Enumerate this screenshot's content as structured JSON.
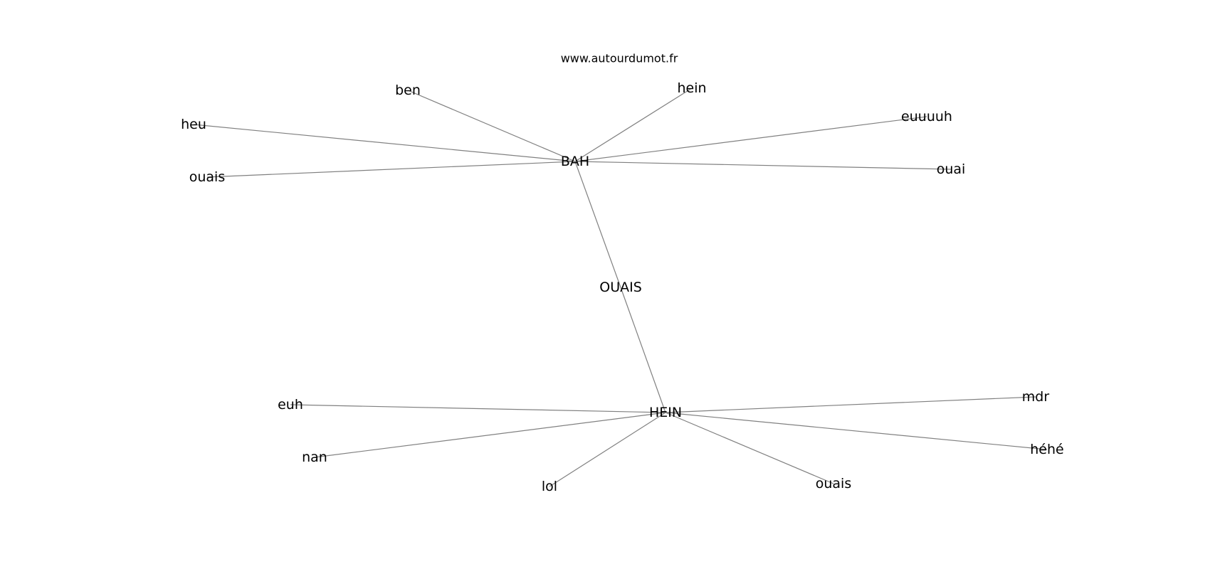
{
  "site": "www.autourdumot.fr",
  "colors": {
    "edge": "#808080",
    "text": "#000000",
    "background": "#ffffff"
  },
  "nodes": [
    {
      "id": "bah",
      "label": "BAH"
    },
    {
      "id": "ouais_center",
      "label": "OUAIS"
    },
    {
      "id": "hein_hub",
      "label": "HEIN"
    },
    {
      "id": "ben",
      "label": "ben"
    },
    {
      "id": "hein_leaf",
      "label": "hein"
    },
    {
      "id": "heu",
      "label": "heu"
    },
    {
      "id": "euuuuh",
      "label": "euuuuh"
    },
    {
      "id": "ouais_top",
      "label": "ouais"
    },
    {
      "id": "ouai",
      "label": "ouai"
    },
    {
      "id": "euh",
      "label": "euh"
    },
    {
      "id": "mdr",
      "label": "mdr"
    },
    {
      "id": "nan",
      "label": "nan"
    },
    {
      "id": "hehe",
      "label": "héhé"
    },
    {
      "id": "lol",
      "label": "lol"
    },
    {
      "id": "ouais_bottom",
      "label": "ouais"
    }
  ],
  "edges": [
    [
      "bah",
      "ouais_center"
    ],
    [
      "ouais_center",
      "hein_hub"
    ],
    [
      "bah",
      "ben"
    ],
    [
      "bah",
      "hein_leaf"
    ],
    [
      "bah",
      "heu"
    ],
    [
      "bah",
      "euuuuh"
    ],
    [
      "bah",
      "ouais_top"
    ],
    [
      "bah",
      "ouai"
    ],
    [
      "hein_hub",
      "euh"
    ],
    [
      "hein_hub",
      "mdr"
    ],
    [
      "hein_hub",
      "nan"
    ],
    [
      "hein_hub",
      "hehe"
    ],
    [
      "hein_hub",
      "lol"
    ],
    [
      "hein_hub",
      "ouais_bottom"
    ]
  ]
}
